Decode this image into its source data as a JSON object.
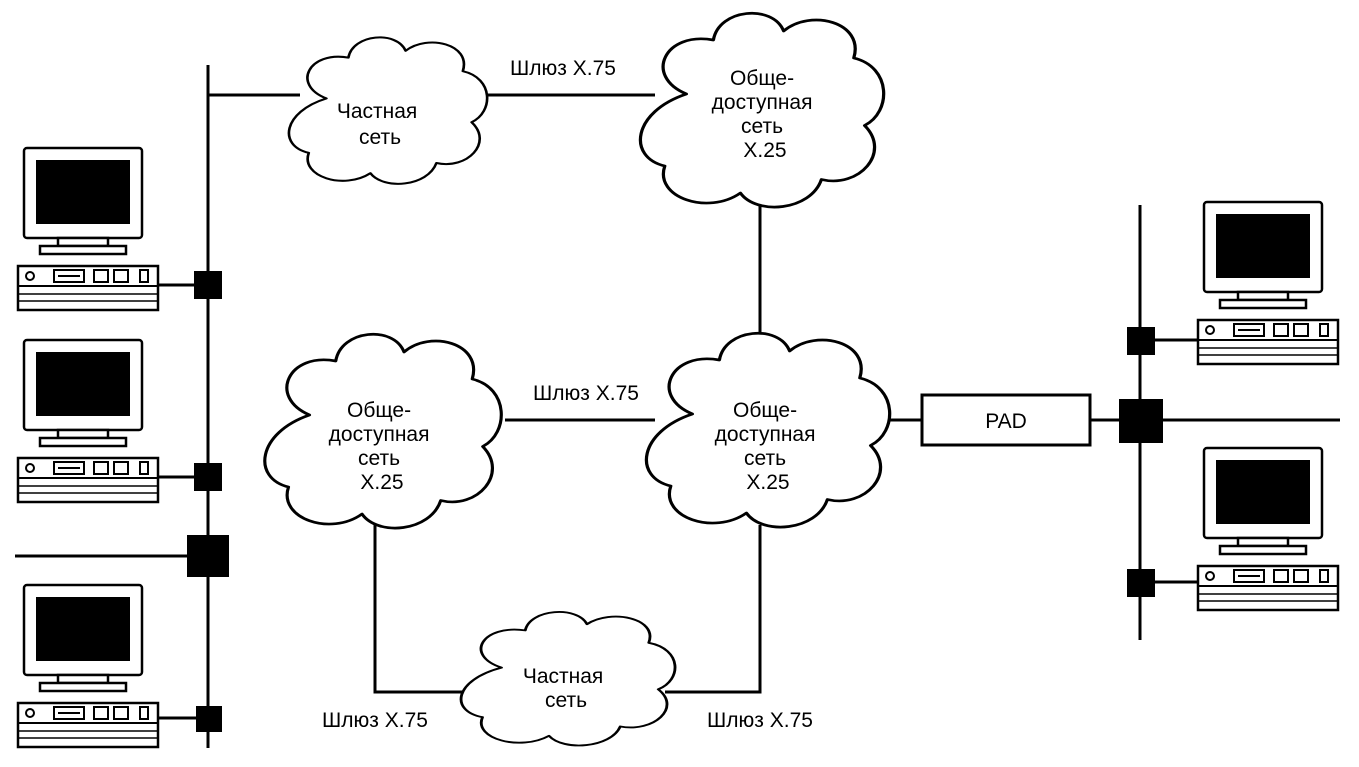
{
  "clouds": {
    "private_top": {
      "lines": [
        "Частная",
        "сеть"
      ]
    },
    "public_top": {
      "lines": [
        "Обще-",
        "доступная",
        "сеть",
        "X.25"
      ]
    },
    "public_left": {
      "lines": [
        "Обще-",
        "доступная",
        "сеть",
        "X.25"
      ]
    },
    "public_center": {
      "lines": [
        "Обще-",
        "доступная",
        "сеть",
        "X.25"
      ]
    },
    "private_bottom": {
      "lines": [
        "Частная",
        "сеть"
      ]
    }
  },
  "gateways": {
    "top": "Шлюз X.75",
    "middle": "Шлюз X.75",
    "bottom_left": "Шлюз X.75",
    "bottom_right": "Шлюз X.75"
  },
  "pad": {
    "label": "PAD"
  }
}
